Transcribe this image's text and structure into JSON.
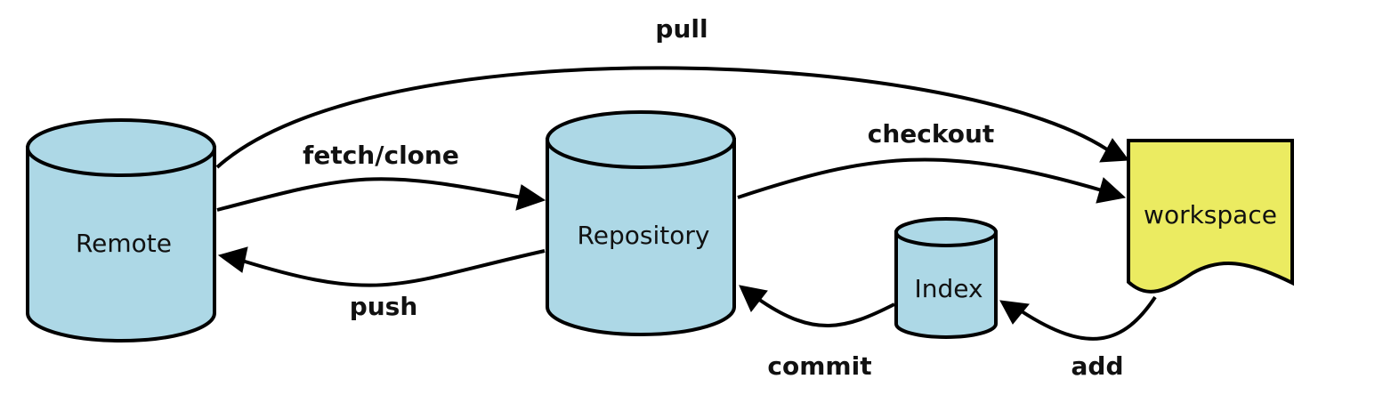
{
  "colors": {
    "store_fill": "#add8e6",
    "workspace_fill": "#ebeb61",
    "stroke": "#000000",
    "text": "#111111",
    "background": "#ffffff"
  },
  "nodes": {
    "remote": {
      "label": "Remote",
      "shape": "cylinder"
    },
    "repository": {
      "label": "Repository",
      "shape": "cylinder"
    },
    "index": {
      "label": "Index",
      "shape": "cylinder"
    },
    "workspace": {
      "label": "workspace",
      "shape": "document"
    }
  },
  "edges": {
    "pull": {
      "label": "pull",
      "from": "Remote",
      "to": "workspace"
    },
    "fetch_clone": {
      "label": "fetch/clone",
      "from": "Remote",
      "to": "Repository"
    },
    "push": {
      "label": "push",
      "from": "Repository",
      "to": "Remote"
    },
    "checkout": {
      "label": "checkout",
      "from": "Repository",
      "to": "workspace"
    },
    "commit": {
      "label": "commit",
      "from": "Index",
      "to": "Repository"
    },
    "add": {
      "label": "add",
      "from": "workspace",
      "to": "Index"
    }
  }
}
